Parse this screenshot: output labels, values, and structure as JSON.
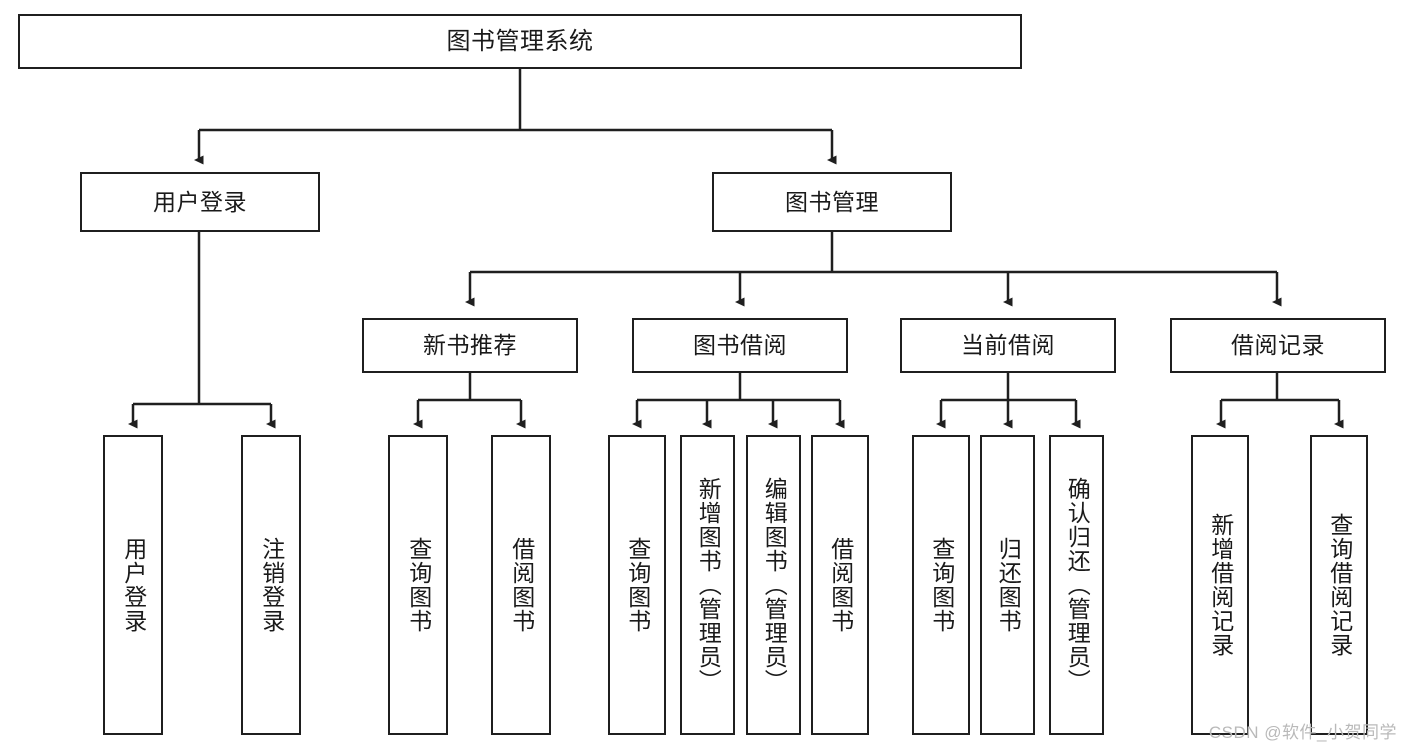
{
  "diagram": {
    "title": "图书管理系统",
    "type": "tree-functional-structure",
    "watermark": "CSDN @软件_小贺同学",
    "colors": {
      "stroke": "#1f1f1f",
      "fill": "#ffffff",
      "text": "#1a1a1a",
      "watermark": "#b9b9b9"
    },
    "nodes": {
      "root": {
        "label": "图书管理系统"
      },
      "level2": [
        {
          "label": "用户登录"
        },
        {
          "label": "图书管理"
        }
      ],
      "level3": [
        {
          "label": "新书推荐"
        },
        {
          "label": "图书借阅"
        },
        {
          "label": "当前借阅"
        },
        {
          "label": "借阅记录"
        }
      ],
      "leaves": {
        "user_login": [
          {
            "label": "用户登录"
          },
          {
            "label": "注销登录"
          }
        ],
        "new_book_recommend": [
          {
            "label": "查询图书"
          },
          {
            "label": "借阅图书"
          }
        ],
        "book_borrow": [
          {
            "label": "查询图书"
          },
          {
            "label": "新增图书（管理员）"
          },
          {
            "label": "编辑图书（管理员）"
          },
          {
            "label": "借阅图书"
          }
        ],
        "current_borrow": [
          {
            "label": "查询图书"
          },
          {
            "label": "归还图书"
          },
          {
            "label": "确认归还（管理员）"
          }
        ],
        "borrow_record": [
          {
            "label": "新增借阅记录"
          },
          {
            "label": "查询借阅记录"
          }
        ]
      }
    }
  }
}
